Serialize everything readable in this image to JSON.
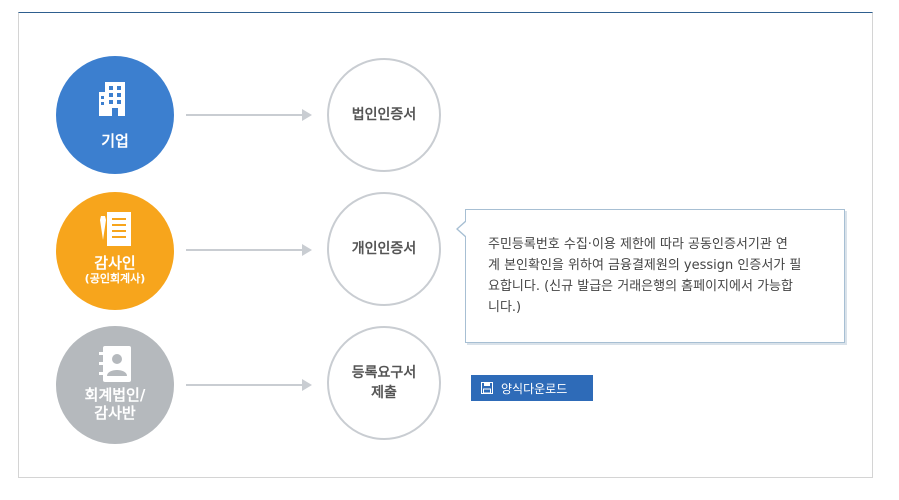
{
  "roles": [
    {
      "label": "기업",
      "sub": "",
      "icon": "building-icon",
      "color": "#3c7fcf"
    },
    {
      "label": "감사인",
      "sub": "(공인회계사)",
      "icon": "document-tie-icon",
      "color": "#f7a51c"
    },
    {
      "label": "회계법인/",
      "label2": "감사반",
      "icon": "contact-book-icon",
      "color": "#b5b9bd"
    }
  ],
  "certs": [
    {
      "line1": "법인인증서",
      "line2": ""
    },
    {
      "line1": "개인인증서",
      "line2": ""
    },
    {
      "line1": "등록요구서",
      "line2": "제출"
    }
  ],
  "tooltip": {
    "line1": "주민등록번호 수집·이용 제한에 따라 공동인증서기관 연",
    "line2": "계 본인확인을 위하여 금융결제원의 yessign 인증서가 필",
    "line3": "요합니다. (신규 발급은 거래은행의 홈페이지에서 가능합",
    "line4": "니다.)"
  },
  "download": {
    "label": "양식다운로드",
    "icon": "save-icon"
  }
}
